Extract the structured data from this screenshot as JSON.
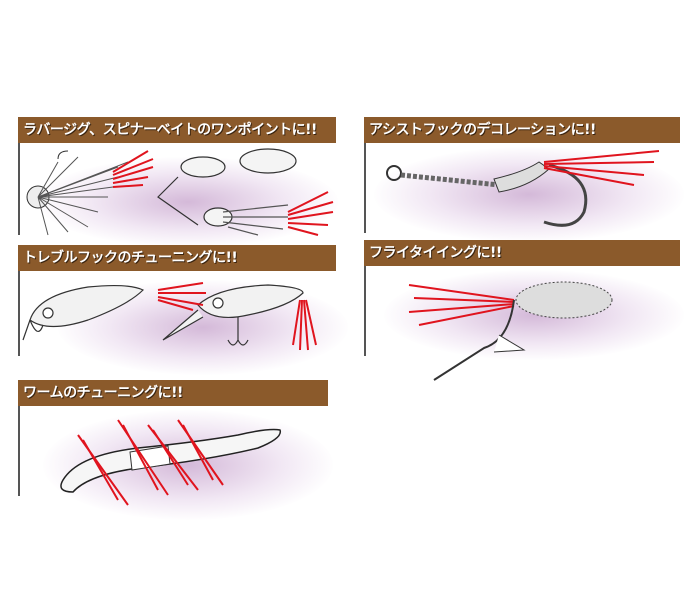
{
  "panels": [
    {
      "title": "ラバージグ、スピナーベイトのワンポイントに!!"
    },
    {
      "title": "トレブルフックのチューニングに!!"
    },
    {
      "title": "ワームのチューニングに!!"
    },
    {
      "title": "アシストフックのデコレーションに!!"
    },
    {
      "title": "フライタイイングに!!"
    }
  ],
  "colors": {
    "header": "#8b5a2b",
    "accent": "#e0141e",
    "glow": "#b07ab8"
  }
}
